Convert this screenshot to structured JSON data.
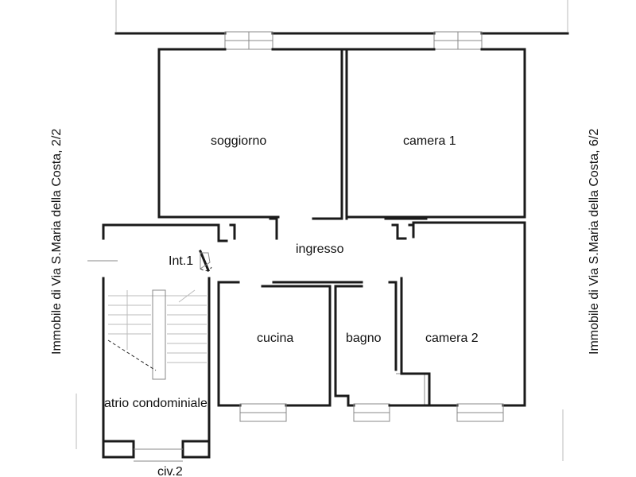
{
  "rooms": {
    "soggiorno": "soggiorno",
    "camera1": "camera 1",
    "ingresso": "ingresso",
    "int1": "Int.1",
    "cucina": "cucina",
    "bagno": "bagno",
    "camera2": "camera 2",
    "atrio": "atrio condominiale",
    "civ": "civ.2"
  },
  "side_labels": {
    "left": "Immobile di Via S.Maria della Costa, 2/2",
    "right": "Immobile di Via S.Maria della Costa, 6/2"
  }
}
